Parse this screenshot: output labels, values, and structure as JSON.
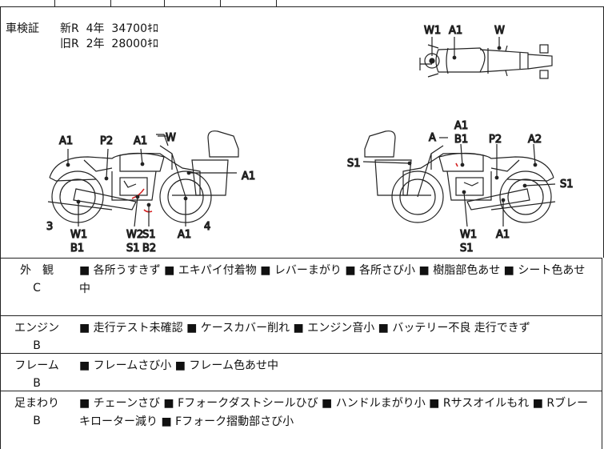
{
  "inspection": {
    "label": "車検証",
    "lines": [
      "新R  4年  34700ｷﾛ",
      "旧R  2年  28000ｷﾛ"
    ]
  },
  "top_view_labels": {
    "w1": "W1",
    "a1": "A1",
    "w": "W"
  },
  "left_view_labels": {
    "a1_rear": "A1",
    "p2": "P2",
    "a1_tank": "A1",
    "w_handle": "W",
    "a1_side": "A1",
    "num3": "3",
    "w1": "W1",
    "b1": "B1",
    "w2": "W2",
    "s1": "S1",
    "s1b": "S1",
    "b2": "B2",
    "a1_bottom": "A1",
    "num4": "4"
  },
  "right_view_labels": {
    "a1_top": "A1",
    "a_handle": "A",
    "b1": "B1",
    "p2": "P2",
    "a2": "A2",
    "s1_left": "S1",
    "s1_right": "S1",
    "w1": "W1",
    "s1_bottom": "S1",
    "a1_bottom": "A1"
  },
  "conditions": [
    {
      "category": "外　観",
      "grade": "C",
      "text": "■ 各所うすきず ■ エキパイ付着物 ■ レバーまがり ■ 各所さび小 ■ 樹脂部色あせ ■ シート色あせ中"
    },
    {
      "category": "エンジン",
      "grade": "B",
      "text": "■ 走行テスト未確認 ■ ケースカバー削れ ■ エンジン音小 ■ バッテリー不良 走行できず"
    },
    {
      "category": "フレーム",
      "grade": "B",
      "text": "■ フレームさび小 ■ フレーム色あせ中"
    },
    {
      "category": "足まわり",
      "grade": "B",
      "text": "■ チェーンさび ■ Fフォークダストシールひび ■ ハンドルまがり小 ■ Rサスオイルもれ ■ Rブレーキローター減り ■ Fフォーク摺動部さび小"
    }
  ],
  "colors": {
    "line": "#222222",
    "mark_red": "#d42020"
  }
}
